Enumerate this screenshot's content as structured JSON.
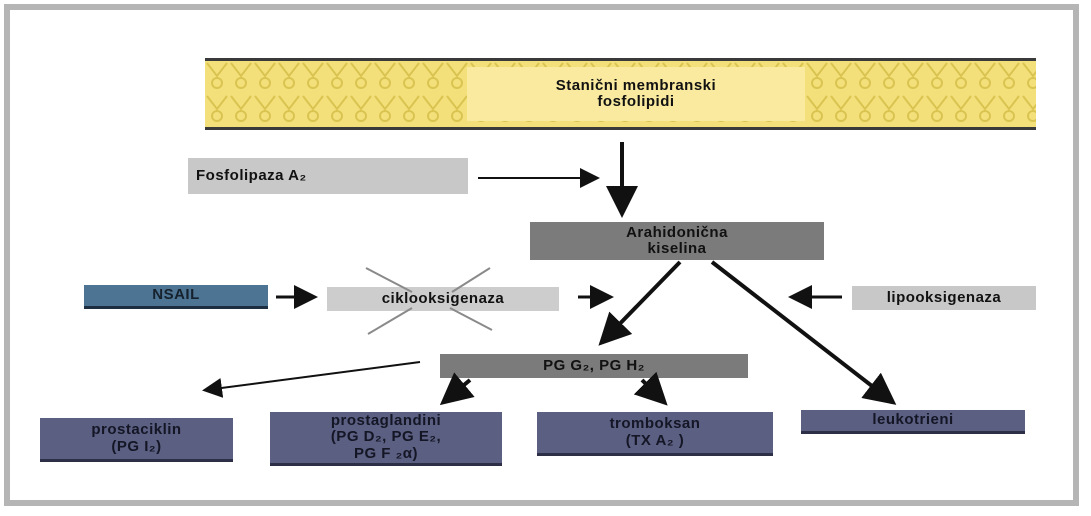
{
  "diagram": {
    "membrane_label": "Stanični membranski\nfosfolipidi",
    "fosfolipaza": "Fosfolipaza A₂",
    "arahidonicna": "Arahidonična\nkiselina",
    "nsail": "NSAIL",
    "ciklooksigenaza": "ciklooksigenaza",
    "lipooksigenaza": "lipooksigenaza",
    "pg_g2_h2": "PG G₂,  PG H₂",
    "prostaciklin": "prostaciklin\n(PG I₂)",
    "prostaglandini": "prostaglandini\n(PG D₂, PG E₂,\nPG F ₂α)",
    "tromboksan": "tromboksan\n(TX A₂ )",
    "leukotrieni": "leukotrieni"
  },
  "colors": {
    "membrane": "#f4e07a",
    "nsail": "#4e7493",
    "product_boxes": "#5b5f82",
    "arachidonic": "#7b7b7b",
    "frame": "#b5b5b5"
  }
}
